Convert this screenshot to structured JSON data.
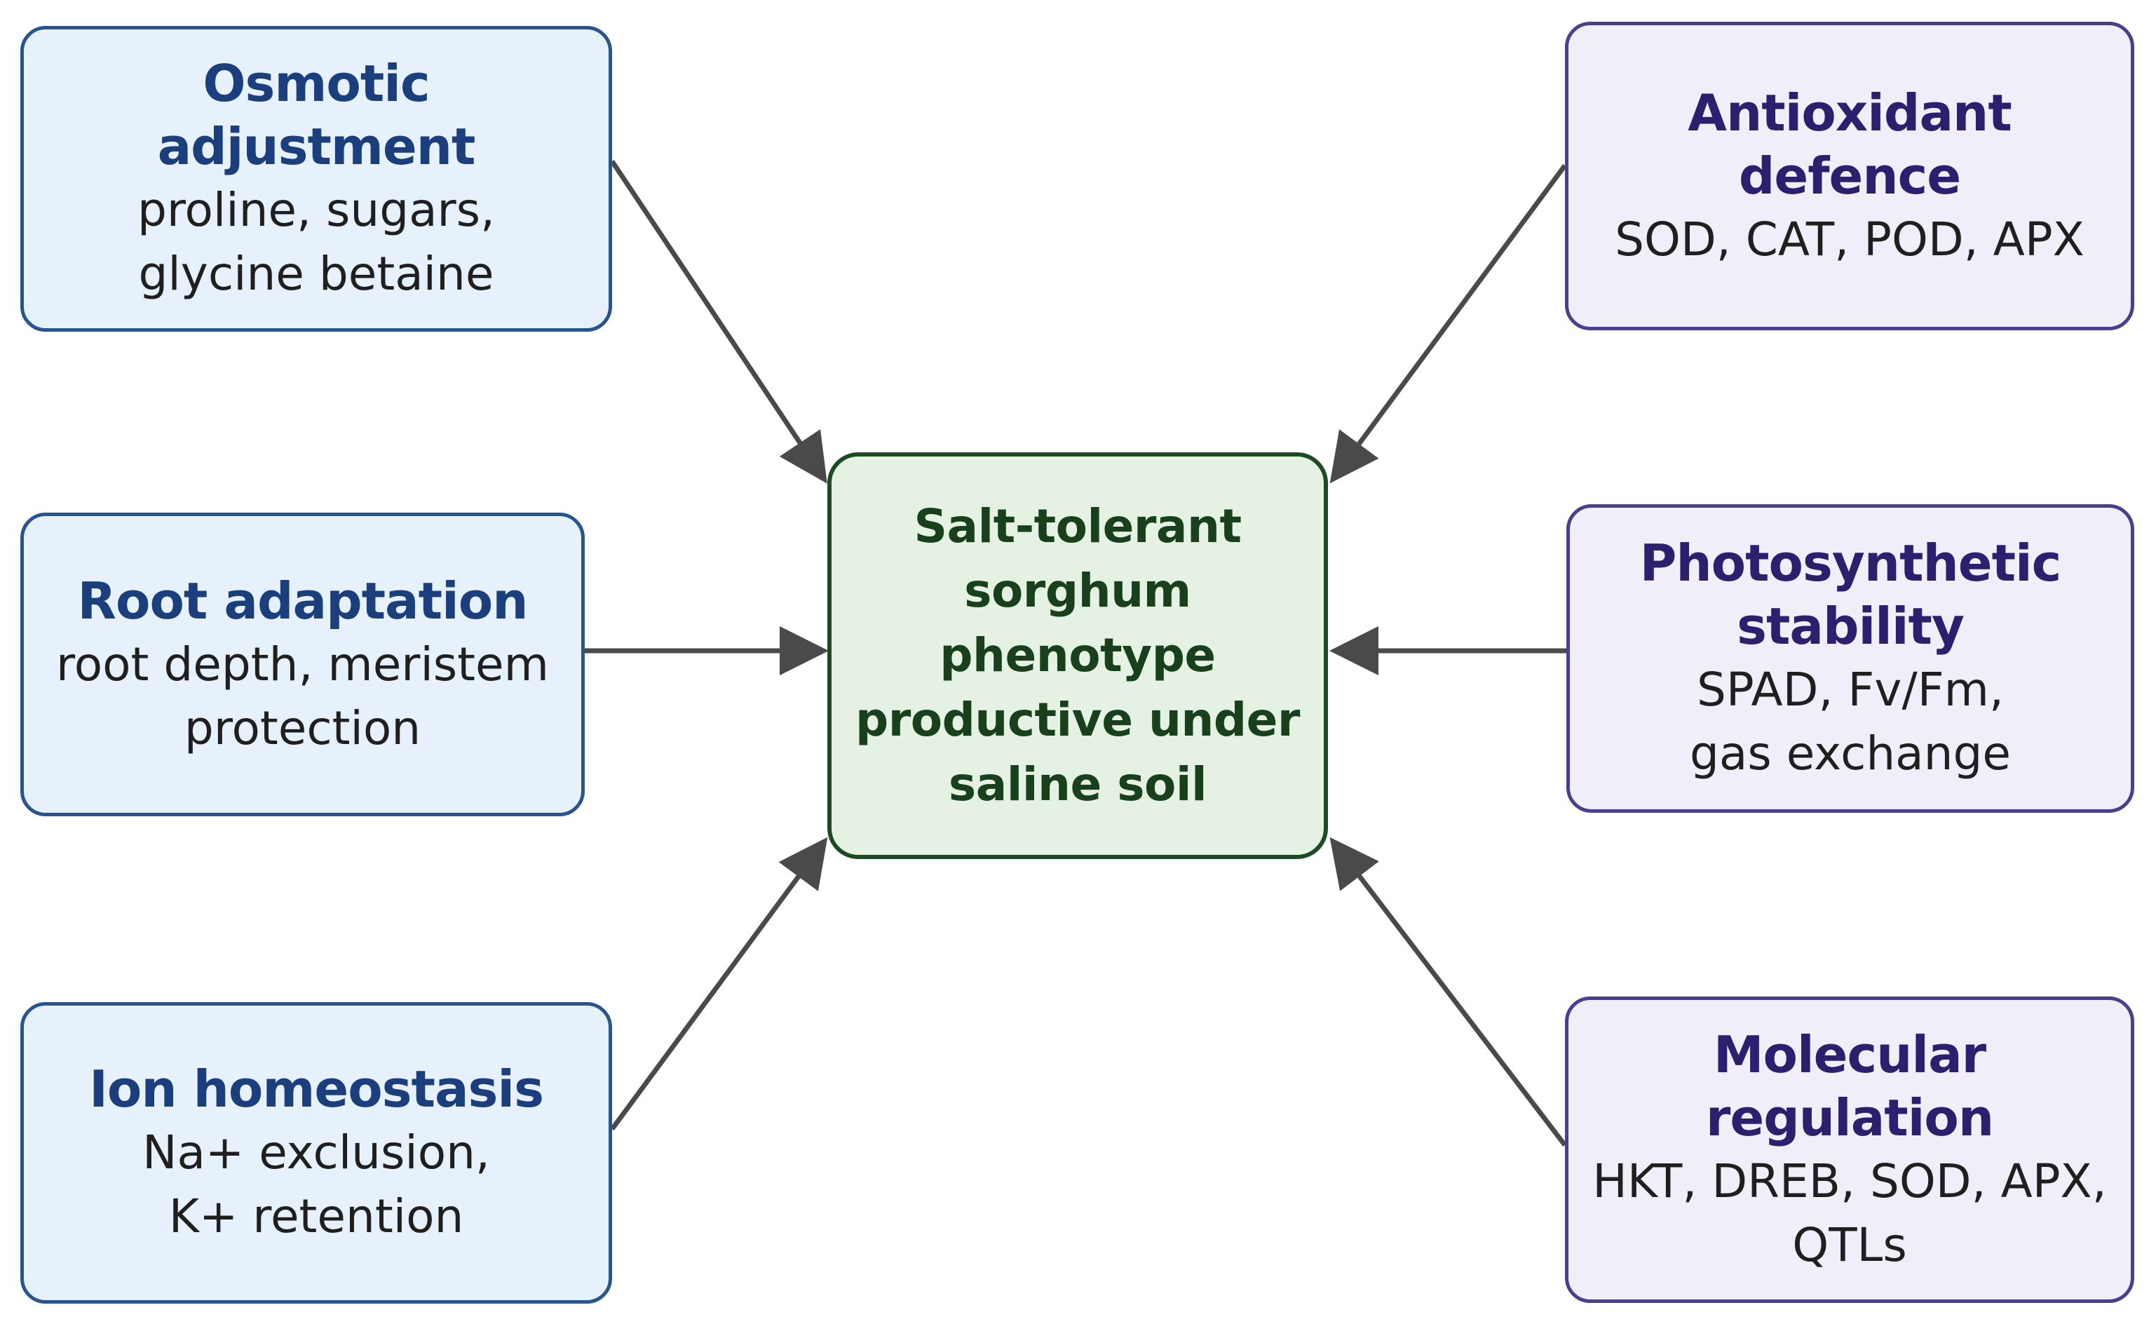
{
  "center": {
    "text": "Salt-tolerant sorghum\nphenotype\nproductive under\nsaline soil"
  },
  "boxes": {
    "osmotic": {
      "title": "Osmotic adjustment",
      "body": "proline, sugars,\nglycine betaine"
    },
    "root": {
      "title": "Root adaptation",
      "body": "root depth, meristem\nprotection"
    },
    "ion": {
      "title": "Ion homeostasis",
      "body": "Na+ exclusion,\nK+ retention"
    },
    "antioxidant": {
      "title": "Antioxidant defence",
      "body": "SOD, CAT, POD, APX"
    },
    "photosynthetic": {
      "title": "Photosynthetic stability",
      "body": "SPAD, Fv/Fm,\ngas exchange"
    },
    "molecular": {
      "title": "Molecular regulation",
      "body": "HKT, DREB, SOD, APX,\nQTLs"
    }
  },
  "colors": {
    "left_border": "#28548f",
    "left_fill": "#e6f1fb",
    "right_border": "#4b3e8c",
    "right_fill": "#f1eefa",
    "center_border": "#1c4a22",
    "center_fill": "#e4f1e3",
    "arrow": "#4a4a4a"
  }
}
